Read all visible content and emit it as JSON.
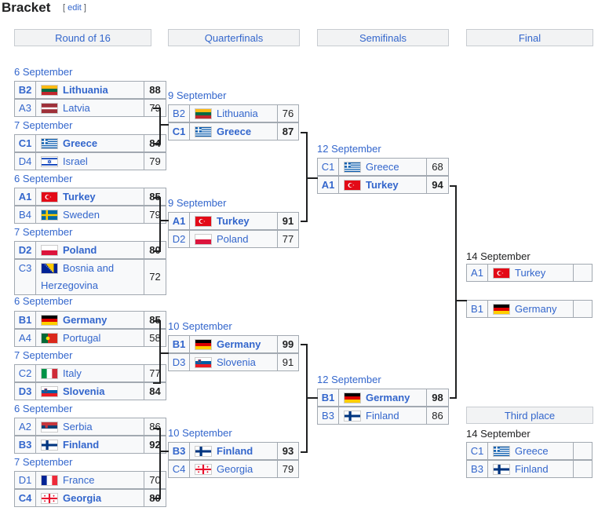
{
  "page": {
    "title": "Bracket",
    "edit_label": "edit"
  },
  "rounds": [
    "Round of 16",
    "Quarterfinals",
    "Semifinals",
    "Final"
  ],
  "round_of_16": [
    {
      "date": "6 September",
      "a": {
        "seed": "B2",
        "team": "Lithuania",
        "flag": "lithuania-flag",
        "score": "88",
        "win": true
      },
      "b": {
        "seed": "A3",
        "team": "Latvia",
        "flag": "latvia-flag",
        "score": "79",
        "win": false
      }
    },
    {
      "date": "7 September",
      "a": {
        "seed": "C1",
        "team": "Greece",
        "flag": "greece-flag",
        "score": "84",
        "win": true
      },
      "b": {
        "seed": "D4",
        "team": "Israel",
        "flag": "israel-flag",
        "score": "79",
        "win": false
      }
    },
    {
      "date": "6 September",
      "a": {
        "seed": "A1",
        "team": "Turkey",
        "flag": "turkey-flag",
        "score": "85",
        "win": true
      },
      "b": {
        "seed": "B4",
        "team": "Sweden",
        "flag": "sweden-flag",
        "score": "79",
        "win": false
      }
    },
    {
      "date": "7 September",
      "a": {
        "seed": "D2",
        "team": "Poland",
        "flag": "poland-flag",
        "score": "80",
        "win": true
      },
      "b": {
        "seed": "C3",
        "team": "Bosnia and Herzegovina",
        "flag": "bosnia-flag",
        "score": "72",
        "win": false
      }
    },
    {
      "date": "6 September",
      "a": {
        "seed": "B1",
        "team": "Germany",
        "flag": "germany-flag",
        "score": "85",
        "win": true
      },
      "b": {
        "seed": "A4",
        "team": "Portugal",
        "flag": "portugal-flag",
        "score": "58",
        "win": false
      }
    },
    {
      "date": "7 September",
      "a": {
        "seed": "C2",
        "team": "Italy",
        "flag": "italy-flag",
        "score": "77",
        "win": false
      },
      "b": {
        "seed": "D3",
        "team": "Slovenia",
        "flag": "slovenia-flag",
        "score": "84",
        "win": true
      }
    },
    {
      "date": "6 September",
      "a": {
        "seed": "A2",
        "team": "Serbia",
        "flag": "serbia-flag",
        "score": "86",
        "win": false
      },
      "b": {
        "seed": "B3",
        "team": "Finland",
        "flag": "finland-flag",
        "score": "92",
        "win": true
      }
    },
    {
      "date": "7 September",
      "a": {
        "seed": "D1",
        "team": "France",
        "flag": "france-flag",
        "score": "70",
        "win": false
      },
      "b": {
        "seed": "C4",
        "team": "Georgia",
        "flag": "georgia-flag",
        "score": "80",
        "win": true
      }
    }
  ],
  "quarterfinals": [
    {
      "date": "9 September",
      "a": {
        "seed": "B2",
        "team": "Lithuania",
        "flag": "lithuania-flag",
        "score": "76",
        "win": false
      },
      "b": {
        "seed": "C1",
        "team": "Greece",
        "flag": "greece-flag",
        "score": "87",
        "win": true
      }
    },
    {
      "date": "9 September",
      "a": {
        "seed": "A1",
        "team": "Turkey",
        "flag": "turkey-flag",
        "score": "91",
        "win": true
      },
      "b": {
        "seed": "D2",
        "team": "Poland",
        "flag": "poland-flag",
        "score": "77",
        "win": false
      }
    },
    {
      "date": "10 September",
      "a": {
        "seed": "B1",
        "team": "Germany",
        "flag": "germany-flag",
        "score": "99",
        "win": true
      },
      "b": {
        "seed": "D3",
        "team": "Slovenia",
        "flag": "slovenia-flag",
        "score": "91",
        "win": false
      }
    },
    {
      "date": "10 September",
      "a": {
        "seed": "B3",
        "team": "Finland",
        "flag": "finland-flag",
        "score": "93",
        "win": true
      },
      "b": {
        "seed": "C4",
        "team": "Georgia",
        "flag": "georgia-flag",
        "score": "79",
        "win": false
      }
    }
  ],
  "semifinals": [
    {
      "date": "12 September",
      "a": {
        "seed": "C1",
        "team": "Greece",
        "flag": "greece-flag",
        "score": "68",
        "win": false
      },
      "b": {
        "seed": "A1",
        "team": "Turkey",
        "flag": "turkey-flag",
        "score": "94",
        "win": true
      }
    },
    {
      "date": "12 September",
      "a": {
        "seed": "B1",
        "team": "Germany",
        "flag": "germany-flag",
        "score": "98",
        "win": true
      },
      "b": {
        "seed": "B3",
        "team": "Finland",
        "flag": "finland-flag",
        "score": "86",
        "win": false
      }
    }
  ],
  "final": {
    "date": "14 September",
    "a": {
      "seed": "A1",
      "team": "Turkey",
      "flag": "turkey-flag",
      "score": "",
      "win": false
    },
    "b": {
      "seed": "B1",
      "team": "Germany",
      "flag": "germany-flag",
      "score": "",
      "win": false
    }
  },
  "third_place": {
    "label": "Third place",
    "date": "14 September",
    "a": {
      "seed": "C1",
      "team": "Greece",
      "flag": "greece-flag",
      "score": "",
      "win": false
    },
    "b": {
      "seed": "B3",
      "team": "Finland",
      "flag": "finland-flag",
      "score": "",
      "win": false
    }
  },
  "colors": {
    "link": "#3366cc",
    "cell_bg": "#f8f9fa",
    "border": "#a2a9b1",
    "header_bg": "#f2f3f4"
  }
}
